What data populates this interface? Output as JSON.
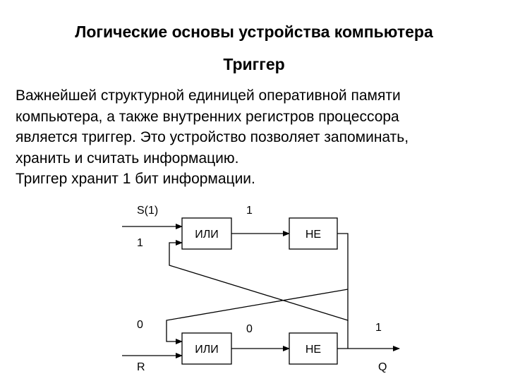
{
  "slide": {
    "title": "Логические основы устройства компьютера",
    "subtitle": "Триггер",
    "paragraph_lines": [
      "Важнейшей структурной единицей оперативной памяти",
      "компьютера, а также внутренних регистров процессора",
      "является триггер. Это устройство позволяет запоминать,",
      "хранить и считать информацию.",
      "Триггер хранит 1 бит информации."
    ]
  },
  "diagram": {
    "gates": {
      "top_or": "ИЛИ",
      "top_not": "НЕ",
      "bottom_or": "ИЛИ",
      "bottom_not": "НЕ"
    },
    "labels": {
      "s_input": "S(1)",
      "top_link_value": "1",
      "top_feedback_value": "1",
      "bottom_feedback_value": "0",
      "bottom_link_value": "0",
      "q_value": "1",
      "r_input": "R",
      "q_output": "Q"
    }
  }
}
